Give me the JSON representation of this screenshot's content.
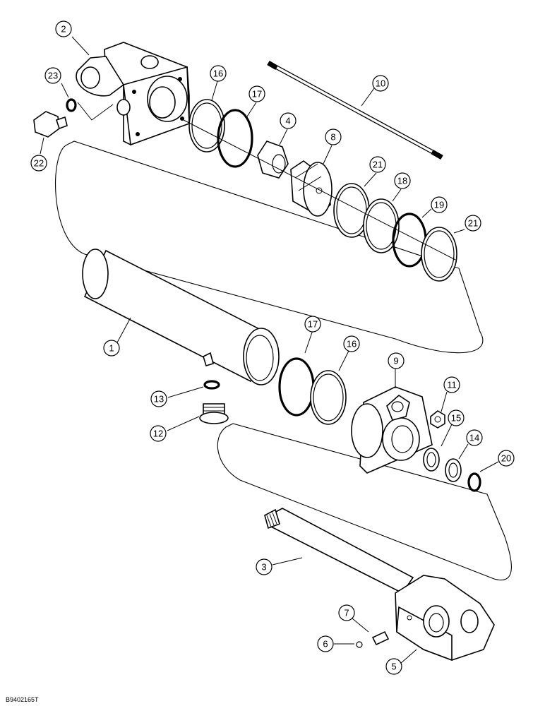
{
  "figure_code": "B9402165T",
  "callouts": {
    "c1": "1",
    "c2": "2",
    "c3": "3",
    "c4": "4",
    "c5": "5",
    "c6": "6",
    "c7": "7",
    "c8": "8",
    "c9": "9",
    "c10": "10",
    "c11": "11",
    "c12": "12",
    "c13": "13",
    "c14": "14",
    "c15": "15",
    "c16a": "16",
    "c16b": "16",
    "c17a": "17",
    "c17b": "17",
    "c18": "18",
    "c19": "19",
    "c20": "20",
    "c21a": "21",
    "c21b": "21",
    "c22": "22",
    "c23": "23"
  }
}
